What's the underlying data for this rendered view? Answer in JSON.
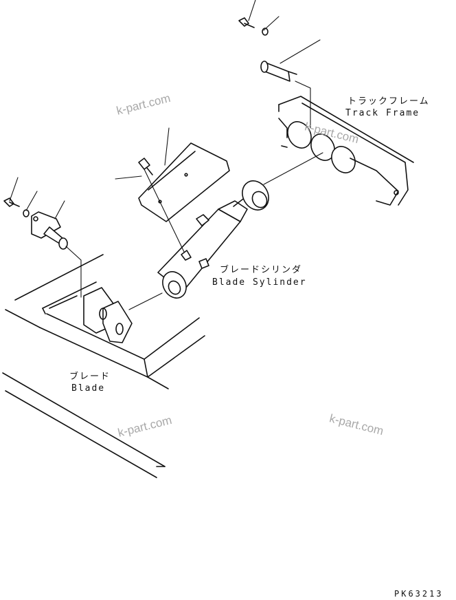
{
  "labels": {
    "track_frame_ja": "トラックフレーム",
    "track_frame_en": "Track Frame",
    "blade_cylinder_ja": "ブレードシリンダ",
    "blade_cylinder_en": "Blade Sylinder",
    "blade_ja": "ブレード",
    "blade_en": "Blade"
  },
  "watermarks": [
    "k-part.com",
    "k-part.com",
    "k-part.com",
    "k-part.com"
  ],
  "drawing_code": "PK63213",
  "colors": {
    "line": "#111111",
    "watermark": "#a8a8a8",
    "background": "#ffffff"
  }
}
